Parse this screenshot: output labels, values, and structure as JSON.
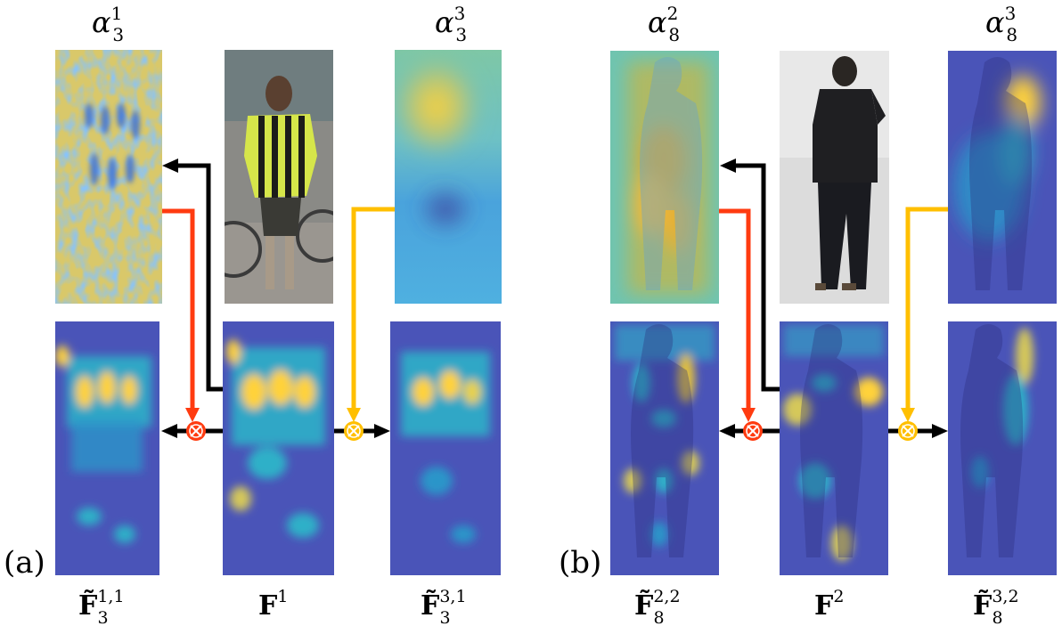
{
  "panels": {
    "a": {
      "tag": "(a)",
      "top_labels": {
        "left": {
          "base": "α",
          "sup": "1",
          "sub": "3"
        },
        "right": {
          "base": "α",
          "sup": "3",
          "sub": "3"
        }
      },
      "bottom_labels": {
        "left": {
          "base": "F̃",
          "sup": "1,1",
          "sub": "3"
        },
        "center": {
          "base": "F",
          "sup": "1",
          "sub": ""
        },
        "right": {
          "base": "F̃",
          "sup": "3,1",
          "sub": "3"
        }
      }
    },
    "b": {
      "tag": "(b)",
      "top_labels": {
        "left": {
          "base": "α",
          "sup": "2",
          "sub": "8"
        },
        "right": {
          "base": "α",
          "sup": "3",
          "sub": "8"
        }
      },
      "bottom_labels": {
        "left": {
          "base": "F̃",
          "sup": "2,2",
          "sub": "8"
        },
        "center": {
          "base": "F",
          "sup": "2",
          "sub": ""
        },
        "right": {
          "base": "F̃",
          "sup": "3,2",
          "sub": "8"
        }
      }
    }
  },
  "colors": {
    "red_arrow": "#ff3b10",
    "yellow_arrow": "#ffbf00",
    "black_arrow": "#000000",
    "heatmap_low": "#4a4fb3",
    "heatmap_mid": "#2fb0c8",
    "heatmap_high": "#ffd23a"
  }
}
